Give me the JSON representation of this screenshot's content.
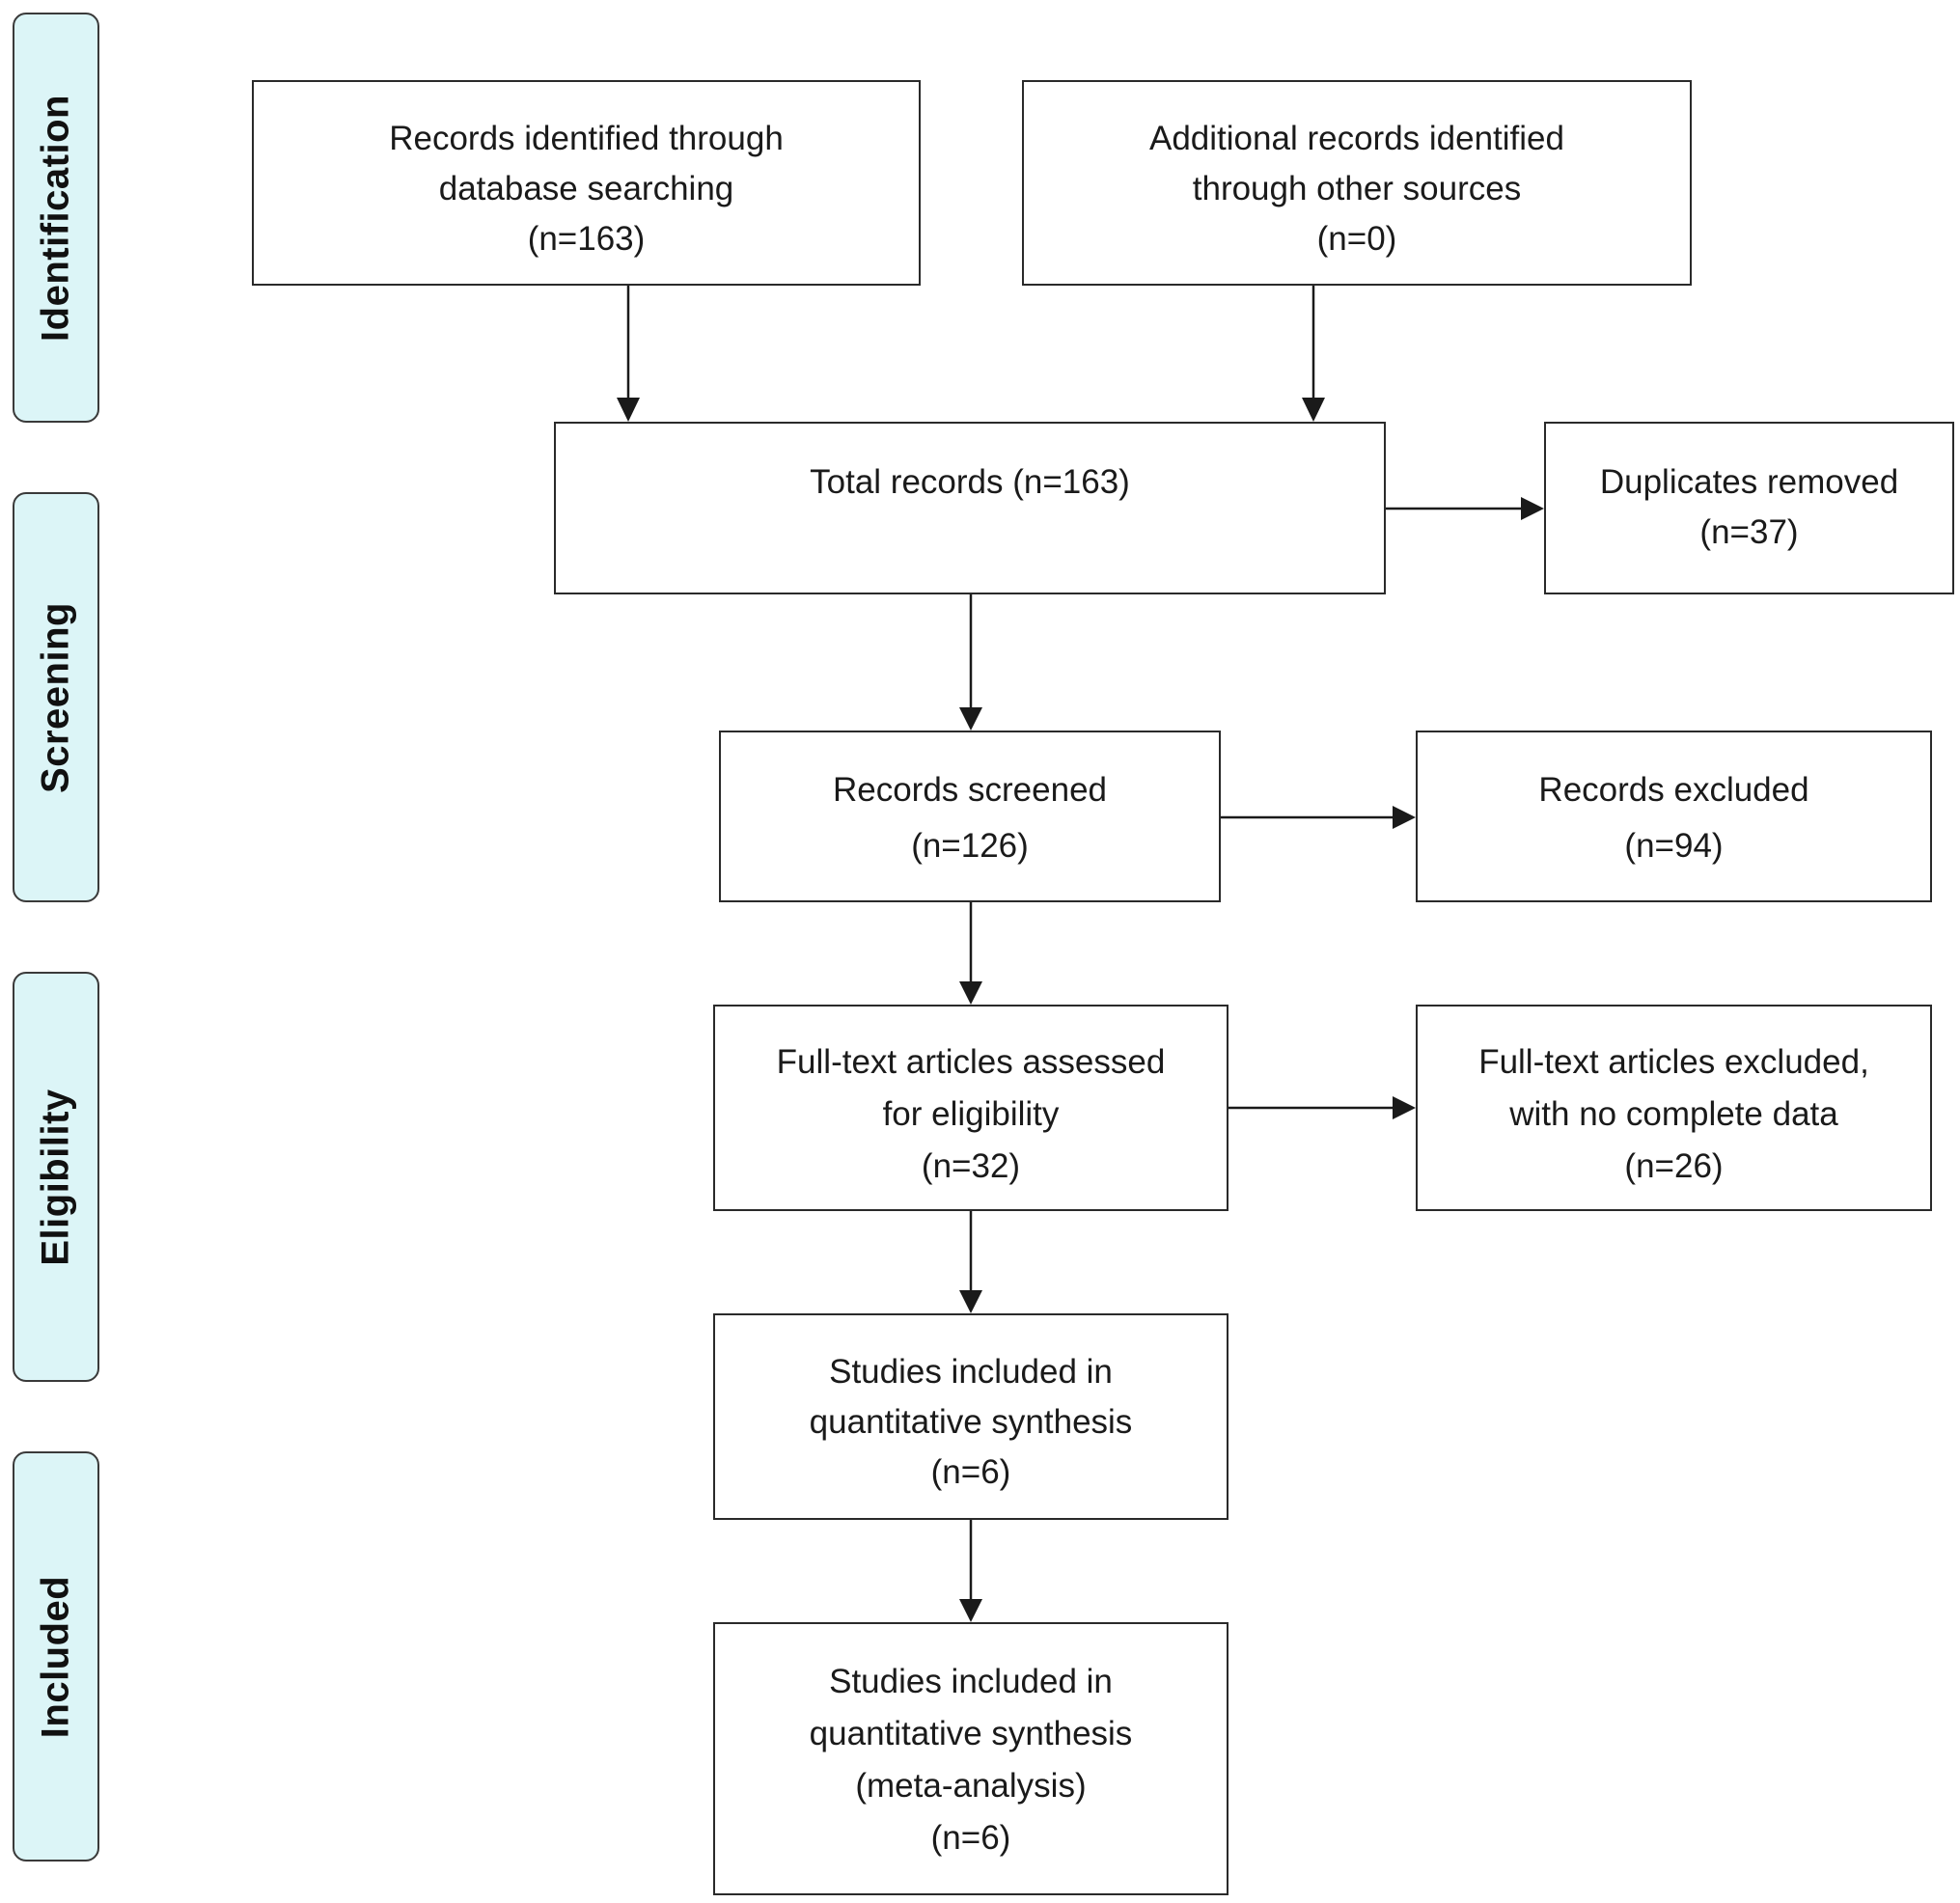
{
  "stages": {
    "identification": "Identification",
    "screening": "Screening",
    "eligibility": "Eligibility",
    "included": "Included"
  },
  "boxes": {
    "database_records": {
      "line1": "Records identified through",
      "line2": "database searching",
      "count": "(n=163)"
    },
    "other_sources": {
      "line1": "Additional records identified",
      "line2": "through other sources",
      "count": "(n=0)"
    },
    "total_records": {
      "line1": "Total records (n=163)"
    },
    "duplicates_removed": {
      "line1": "Duplicates removed",
      "count": "(n=37)"
    },
    "records_screened": {
      "line1": "Records screened",
      "count": "(n=126)"
    },
    "records_excluded": {
      "line1": "Records excluded",
      "count": "(n=94)"
    },
    "fulltext_assessed": {
      "line1": "Full-text articles assessed",
      "line2": "for eligibility",
      "count": "(n=32)"
    },
    "fulltext_excluded": {
      "line1": "Full-text articles excluded,",
      "line2": "with no complete data",
      "count": "(n=26)"
    },
    "qualitative": {
      "line1": "Studies included in",
      "line2": "quantitative synthesis",
      "count": "(n=6)"
    },
    "meta_analysis": {
      "line1": "Studies included in",
      "line2": "quantitative synthesis",
      "line3": "(meta-analysis)",
      "count": "(n=6)"
    }
  }
}
